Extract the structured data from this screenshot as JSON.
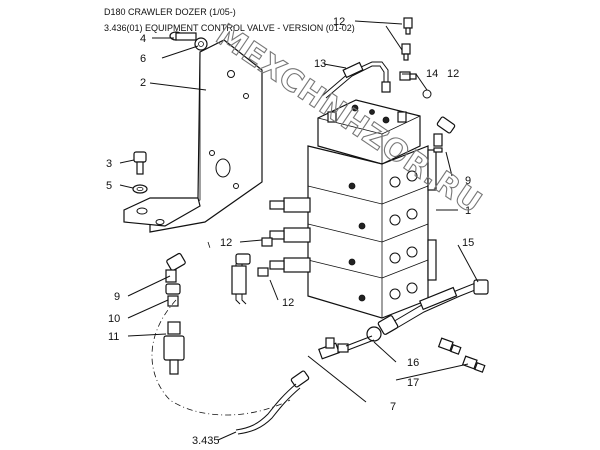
{
  "header": {
    "model": "D180 CRAWLER DOZER (1/05-)",
    "section": "3.436(01) EQUIPMENT CONTROL VALVE - VERSION (01-02)"
  },
  "callouts": {
    "c4": "4",
    "c6": "6",
    "c2": "2",
    "c3": "3",
    "c5": "5",
    "c12a": "12",
    "c13": "13",
    "c14": "14",
    "c12b": "12",
    "c9a": "9",
    "c1": "1",
    "c15": "15",
    "c12c": "12",
    "c12d": "12",
    "c9b": "9",
    "c10": "10",
    "c11": "11",
    "c16": "16",
    "c17": "17",
    "c7": "7",
    "c3435": "3.435"
  },
  "watermark": "MEXCHNHZOR.RU"
}
